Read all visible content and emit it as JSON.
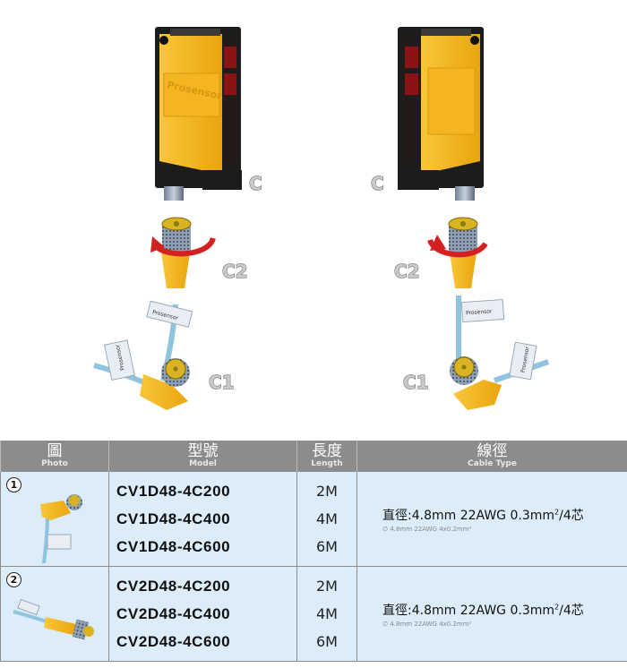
{
  "labels": {
    "c_left": "C",
    "c_right": "C",
    "c2_left": "C2",
    "c2_right": "C2",
    "c1_left": "C1",
    "c1_right": "C1",
    "brand": "Prosensor"
  },
  "table": {
    "headers": [
      {
        "zh": "圖",
        "en": "Photo"
      },
      {
        "zh": "型號",
        "en": "Model"
      },
      {
        "zh": "長度",
        "en": "Length"
      },
      {
        "zh": "線徑",
        "en": "Cable Type"
      }
    ],
    "rows": [
      {
        "number": "1",
        "models": [
          "CV1D48-4C200",
          "CV1D48-4C400",
          "CV1D48-4C600"
        ],
        "lengths": [
          "2M",
          "4M",
          "6M"
        ],
        "cable_prefix": "直徑:4.8mm  22AWG  0.3mm",
        "cable_sup": "2",
        "cable_suffix": "/4芯",
        "cable_sub": "∅ 4.8mm 22AWG 4x0.2mm²"
      },
      {
        "number": "2",
        "models": [
          "CV2D48-4C200",
          "CV2D48-4C400",
          "CV2D48-4C600"
        ],
        "lengths": [
          "2M",
          "4M",
          "6M"
        ],
        "cable_prefix": "直徑:4.8mm  22AWG  0.3mm",
        "cable_sup": "2",
        "cable_suffix": "/4芯",
        "cable_sub": "∅ 4.8mm 22AWG 4x0.2mm²"
      }
    ]
  },
  "colors": {
    "sensor_yellow": "#f6b81a",
    "header_gray": "#8c8c8c",
    "cell_blue": "#dcecf8",
    "cable_blue": "#8fc4de"
  }
}
